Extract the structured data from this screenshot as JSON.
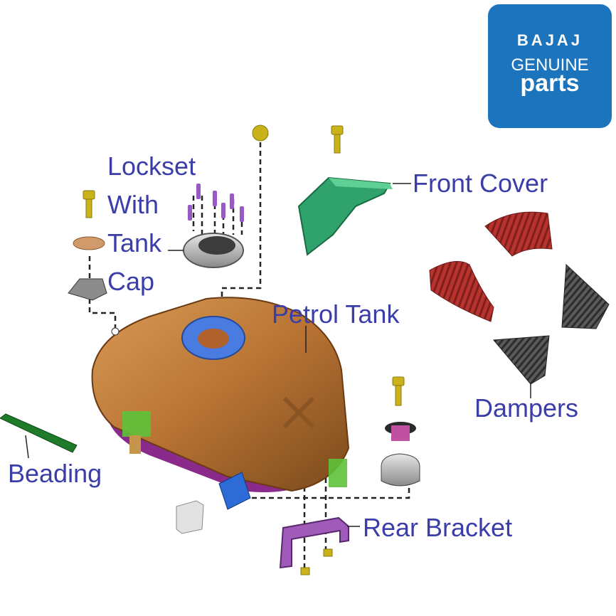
{
  "logo": {
    "brand": "BAJAJ",
    "line2": "GENUINE",
    "line3": "parts",
    "color": "#1b74bc"
  },
  "labels": {
    "lockset_line1": "Lockset",
    "lockset_line2": "With",
    "lockset_line3": "Tank",
    "lockset_line4": "Cap",
    "front_cover": "Front Cover",
    "petrol_tank": "Petrol Tank",
    "dampers": "Dampers",
    "beading": "Beading",
    "rear_bracket": "Rear Bracket"
  },
  "colors": {
    "label_text": "#3b3ea8",
    "tank": "#b87333",
    "tank_underside": "#8a2a8a",
    "front_cover": "#2fa36b",
    "damper_red": "#b8322e",
    "damper_grey": "#4a4a4a",
    "beading": "#1f7a2a",
    "rear_bracket": "#a05ab8",
    "bolt": "#c9b21a",
    "cap_ring": "#4a7be0"
  }
}
